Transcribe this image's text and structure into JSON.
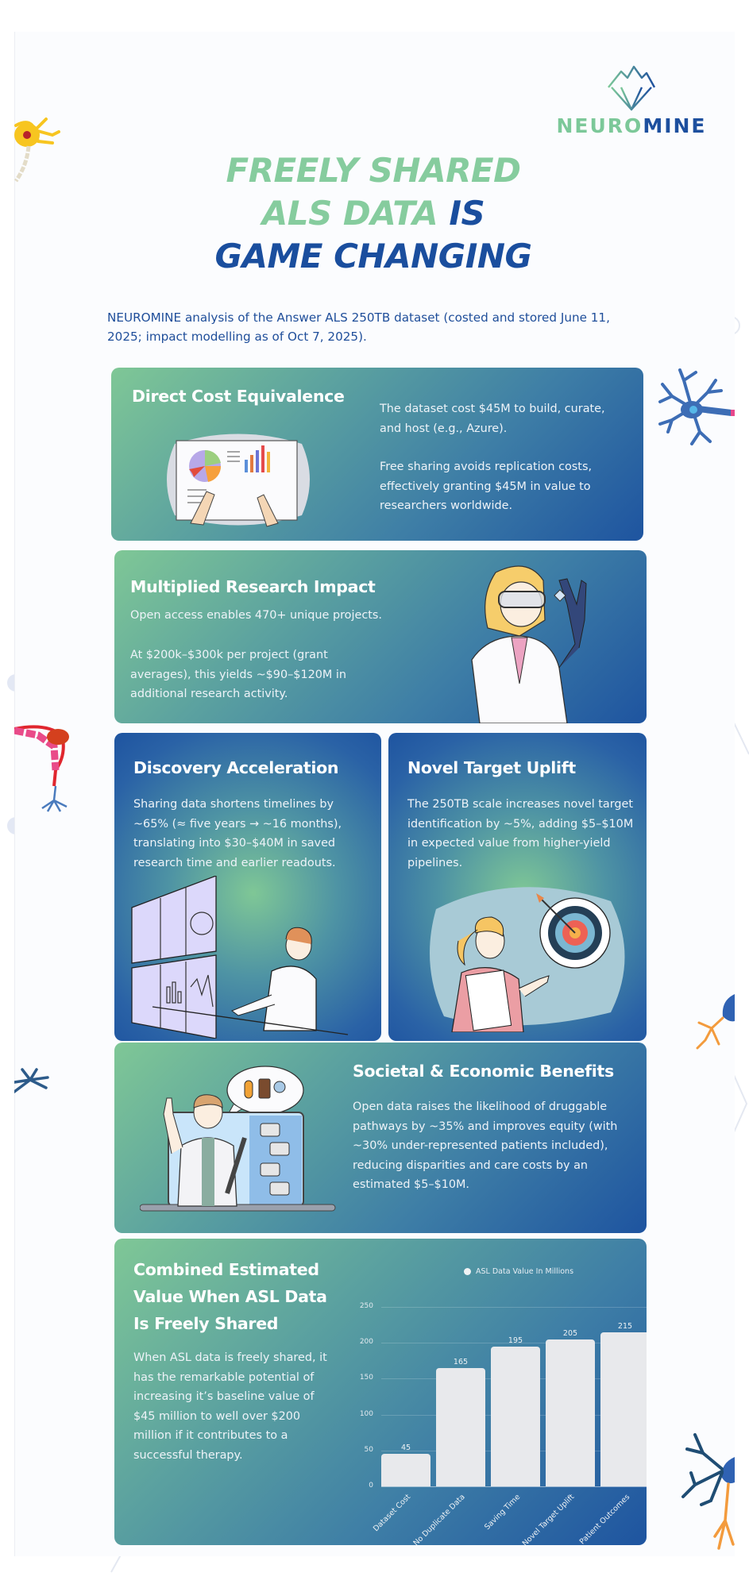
{
  "brand": {
    "logo_text_green": "NEURO",
    "logo_text_blue": "MINE",
    "colors": {
      "green": "#86cc9e",
      "blue": "#1a4e9e",
      "card_start": "#7fc796",
      "card_end": "#1e54a0"
    }
  },
  "headline": {
    "line1": "FREELY SHARED",
    "line2_green": "ALS DATA",
    "line2_blue": "IS",
    "line3": "GAME CHANGING"
  },
  "intro": "NEUROMINE analysis of the Answer ALS 250TB dataset (costed and stored June 11, 2025; impact modelling as of Oct 7, 2025).",
  "cards": {
    "direct_cost": {
      "title": "Direct Cost Equivalence",
      "p1": "The dataset cost $45M to build, curate, and host (e.g., Azure).",
      "p2": "Free sharing avoids replication costs, effectively granting $45M in value to researchers worldwide."
    },
    "research_impact": {
      "title": "Multiplied Research Impact",
      "p1": "Open access enables 470+ unique projects.",
      "p2": "At $200k–$300k per project (grant averages), this yields ~$90–$120M in additional research activity."
    },
    "discovery": {
      "title": "Discovery Acceleration",
      "p1": "Sharing data shortens timelines by ~65% (≈ five years → ~16 months), translating into $30–$40M in saved research time and earlier readouts."
    },
    "novel_target": {
      "title": "Novel Target Uplift",
      "p1": "The 250TB scale increases novel target identification by ~5%, adding $5–$10M in expected value from higher-yield pipelines."
    },
    "societal": {
      "title": "Societal & Economic Benefits",
      "p1": "Open data raises the likelihood of druggable pathways by ~35% and improves equity (with ~30% under-represented patients included), reducing disparities and care costs by an estimated $5–$10M."
    },
    "combined": {
      "title": "Combined Estimated Value When ASL Data Is Freely Shared",
      "p1": "When ASL data is freely shared, it has the remarkable potential of increasing it’s baseline value of $45 million to well over $200 million if it contributes to a successful therapy."
    }
  },
  "chart_data": {
    "type": "bar",
    "title": "",
    "legend": [
      "ASL Data Value In Millions"
    ],
    "legend_position": "top",
    "categories": [
      "Dataset Cost",
      "No Duplicate Data",
      "Saving Time",
      "Novel Target Uplift",
      "Patient Outcomes"
    ],
    "values": [
      45,
      165,
      195,
      205,
      215
    ],
    "series": [
      {
        "name": "ASL Data Value In Millions",
        "values": [
          45,
          165,
          195,
          205,
          215
        ]
      }
    ],
    "xlabel": "",
    "ylabel": "",
    "ylim": [
      0,
      250
    ],
    "yticks": [
      "0",
      "50",
      "100",
      "150",
      "200",
      "250"
    ],
    "grid": true,
    "bar_color": "#e8e9ec"
  }
}
